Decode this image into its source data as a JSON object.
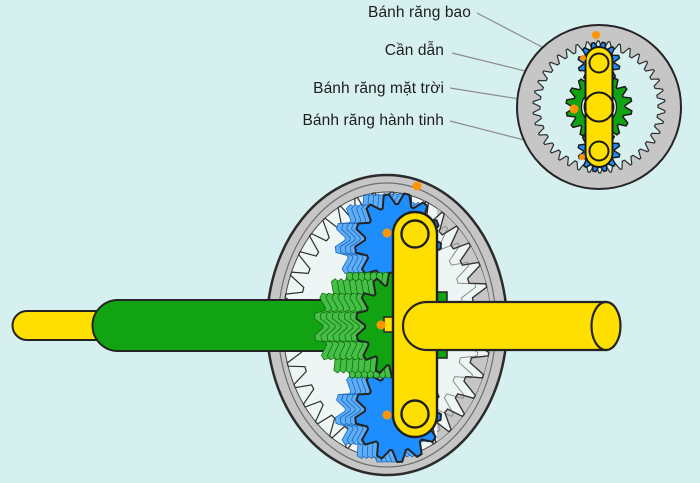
{
  "diagram": {
    "labels": [
      {
        "id": "ring-gear",
        "text": "Bánh răng bao"
      },
      {
        "id": "carrier",
        "text": "Cần dẫn"
      },
      {
        "id": "sun-gear",
        "text": "Bánh răng mặt trời"
      },
      {
        "id": "planet-gear",
        "text": "Bánh răng hành tinh"
      }
    ]
  },
  "colors": {
    "background": "#d6efef",
    "ring_interior": "#eef5f5",
    "ring_gear": "#c6c6c6",
    "planet_gear": "#1e8eff",
    "planet_gear_side": "#5fadf7",
    "sun_gear": "#12a312",
    "sun_gear_side": "#46bf46",
    "carrier_shaft": "#ffdf00",
    "marker_dot": "#ff9500",
    "label_text": "#1d1d1d",
    "leader_line": "#8c8c8c"
  }
}
